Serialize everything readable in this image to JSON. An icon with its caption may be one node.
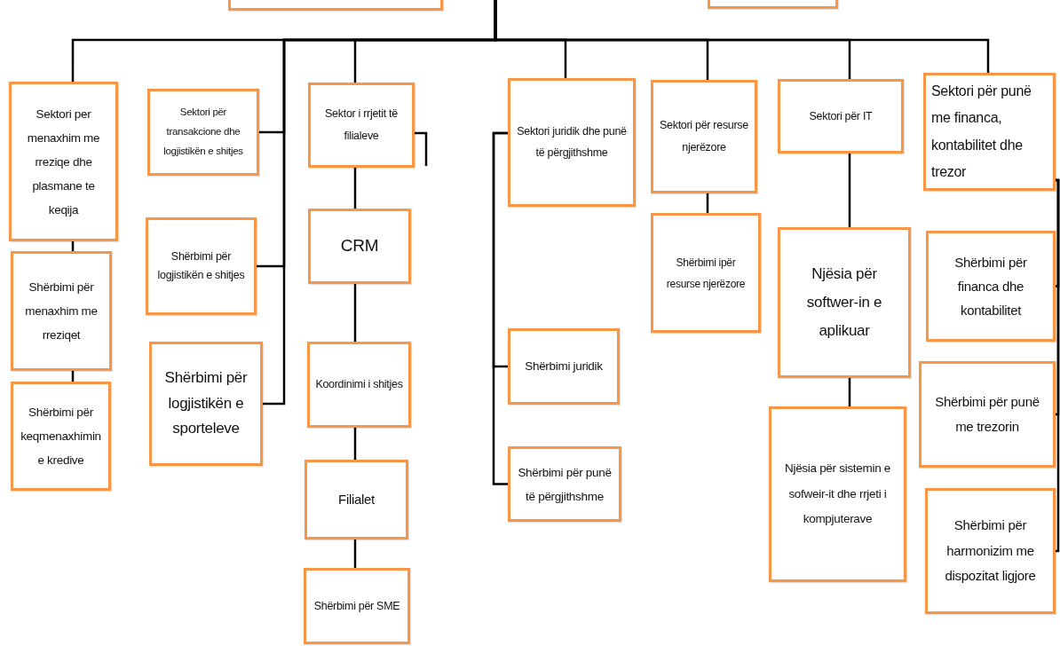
{
  "diagram": {
    "nodes": [
      {
        "text": [],
        "shape": "box"
      },
      {
        "text": [],
        "shape": "box"
      },
      {
        "text": [
          "Sektori per menaxhim me rreziqe dhe plasmane te keqija"
        ]
      },
      {
        "text": [
          "Shërbimi për menaxhim me rreziqet"
        ]
      },
      {
        "text": [
          "Shërbimi për keqmenaxhimin e kredive"
        ]
      },
      {
        "text": [
          "Sektori për transakcione dhe logjistikën e shitjes"
        ]
      },
      {
        "text": [
          "Shërbimi për logjistikën e shitjes"
        ]
      },
      {
        "text": [
          "Shërbimi për logjistikën e sporteleve"
        ]
      },
      {
        "text": [
          "Sektor i rrjetit të filialeve"
        ]
      },
      {
        "text": [
          "CRM"
        ]
      },
      {
        "text": [
          "Koordinimi i shitjes"
        ]
      },
      {
        "text": [
          "Filialet"
        ]
      },
      {
        "text": [
          "Shërbimi për SME"
        ]
      },
      {
        "text": [
          "Sektori juridik dhe punë të përgjithshme"
        ]
      },
      {
        "text": [
          "Shërbimi juridik"
        ]
      },
      {
        "text": [
          "Shërbimi për punë të përgjithshme"
        ]
      },
      {
        "text": [
          "Sektori për resurse njerëzore"
        ]
      },
      {
        "text": [
          "Shërbimi ipër resurse njerëzore"
        ]
      },
      {
        "text": [
          "Sektori për IT"
        ]
      },
      {
        "text": [
          "Njësia për softwer-in e aplikuar"
        ]
      },
      {
        "text": [
          "Njësia për sistemin e sofweir-it dhe rrjeti i kompjuterave"
        ]
      },
      {
        "text": [
          "Sektori për punë me financa, kontabilitet dhe trezor"
        ]
      },
      {
        "text": [
          "Shërbimi për financa dhe kontabilitet"
        ]
      },
      {
        "text": [
          "Shërbimi për punë me trezorin"
        ]
      },
      {
        "text": [
          "Shërbimi për harmonizim me dispozitat ligjore"
        ]
      }
    ],
    "edges": [
      {
        "from": null,
        "to": 2,
        "arrow": "none"
      },
      {
        "from": null,
        "to": 5,
        "arrow": "none"
      },
      {
        "from": null,
        "to": 6,
        "arrow": "none"
      },
      {
        "from": null,
        "to": 7,
        "arrow": "none"
      },
      {
        "from": null,
        "to": 8,
        "arrow": "none"
      },
      {
        "from": null,
        "to": 13,
        "arrow": "none"
      },
      {
        "from": null,
        "to": 16,
        "arrow": "none"
      },
      {
        "from": null,
        "to": 18,
        "arrow": "none"
      },
      {
        "from": null,
        "to": 21,
        "arrow": "none"
      },
      {
        "from": 2,
        "to": 3,
        "arrow": "none"
      },
      {
        "from": 3,
        "to": 4,
        "arrow": "none"
      },
      {
        "from": 8,
        "to": 9,
        "arrow": "none"
      },
      {
        "from": 9,
        "to": 10,
        "arrow": "none"
      },
      {
        "from": 10,
        "to": 11,
        "arrow": "none"
      },
      {
        "from": 11,
        "to": 12,
        "arrow": "none"
      },
      {
        "from": 13,
        "to": 14,
        "arrow": "none"
      },
      {
        "from": 13,
        "to": 15,
        "arrow": "none"
      },
      {
        "from": 16,
        "to": 17,
        "arrow": "none"
      },
      {
        "from": 18,
        "to": 19,
        "arrow": "none"
      },
      {
        "from": 19,
        "to": 20,
        "arrow": "none"
      },
      {
        "from": 21,
        "to": 22,
        "arrow": "none"
      },
      {
        "from": 21,
        "to": 23,
        "arrow": "none"
      },
      {
        "from": 21,
        "to": 24,
        "arrow": "none"
      }
    ]
  }
}
